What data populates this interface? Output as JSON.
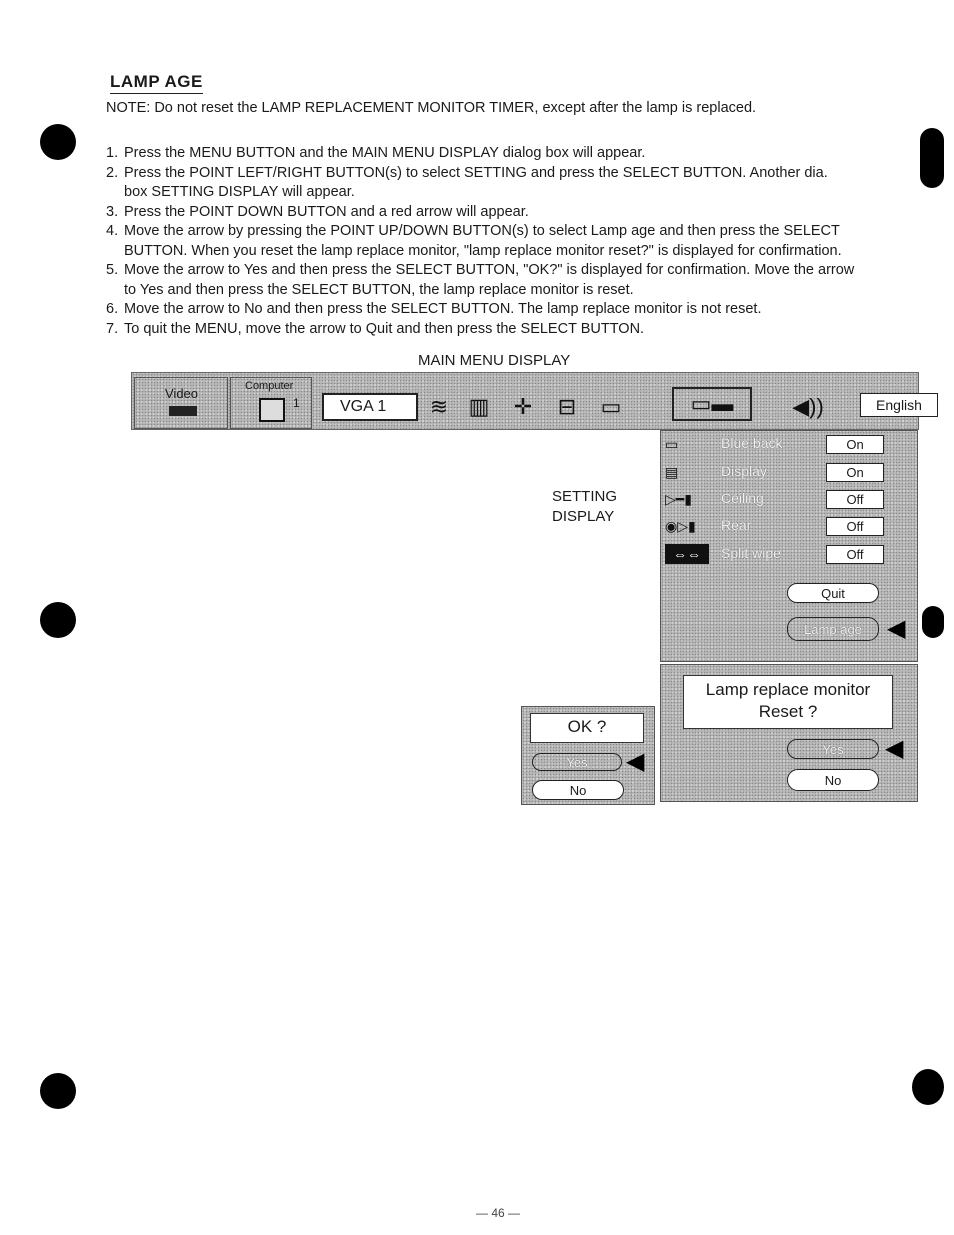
{
  "section_title": "LAMP AGE",
  "note": "NOTE: Do not reset the LAMP REPLACEMENT MONITOR TIMER, except  after the lamp is replaced.",
  "steps": [
    {
      "num": "1.",
      "line1": "Press the MENU BUTTON and the MAIN MENU DISPLAY dialog box will appear.",
      "line2": ""
    },
    {
      "num": "2.",
      "line1": "Press the POINT LEFT/RIGHT BUTTON(s) to select SETTING and press the SELECT BUTTON. Another dia.",
      "line2": "box SETTING DISPLAY will appear."
    },
    {
      "num": "3.",
      "line1": "Press the POINT DOWN BUTTON and a red arrow will appear.",
      "line2": ""
    },
    {
      "num": "4.",
      "line1": "Move the arrow by pressing the POINT UP/DOWN BUTTON(s) to select Lamp age and then press the SELECT",
      "line2": "BUTTON. When you reset the lamp replace monitor, \"lamp replace monitor reset?\" is displayed for confirmation."
    },
    {
      "num": "5.",
      "line1": "Move the arrow to Yes and then press the SELECT BUTTON, \"OK?\" is displayed for confirmation. Move the arrow",
      "line2": "to Yes and then press the SELECT BUTTON, the lamp replace monitor is reset."
    },
    {
      "num": "6.",
      "line1": "Move the arrow to No and then press the SELECT BUTTON. The lamp replace monitor is not reset.",
      "line2": ""
    },
    {
      "num": "7.",
      "line1": "To quit the MENU, move the arrow to Quit and then press the SELECT BUTTON.",
      "line2": ""
    }
  ],
  "captions": {
    "main_menu": "MAIN MENU DISPLAY",
    "setting_1": "SETTING",
    "setting_2": "DISPLAY"
  },
  "menubar": {
    "tab_video": "Video",
    "tab_computer": "Computer",
    "computer_index": "1",
    "source": "VGA 1",
    "language": "English"
  },
  "setting_rows": [
    {
      "label": "Blue back",
      "value": "On",
      "icon": "monitor-icon"
    },
    {
      "label": "Display",
      "value": "On",
      "icon": "display-icon"
    },
    {
      "label": "Ceiling",
      "value": "Off",
      "icon": "ceiling-projector-icon"
    },
    {
      "label": "Rear",
      "value": "Off",
      "icon": "rear-projector-icon"
    },
    {
      "label": "Split wipe",
      "value": "Off",
      "icon": "split-wipe-icon"
    }
  ],
  "setting_buttons": {
    "quit": "Quit",
    "lamp_age": "Lamp age"
  },
  "lamp_dialog": {
    "line1": "Lamp replace monitor",
    "line2": "Reset ?",
    "yes": "Yes",
    "no": "No"
  },
  "ok_dialog": {
    "title": "OK ?",
    "yes": "Yes",
    "no": "No"
  },
  "page_number": "— 46 —"
}
